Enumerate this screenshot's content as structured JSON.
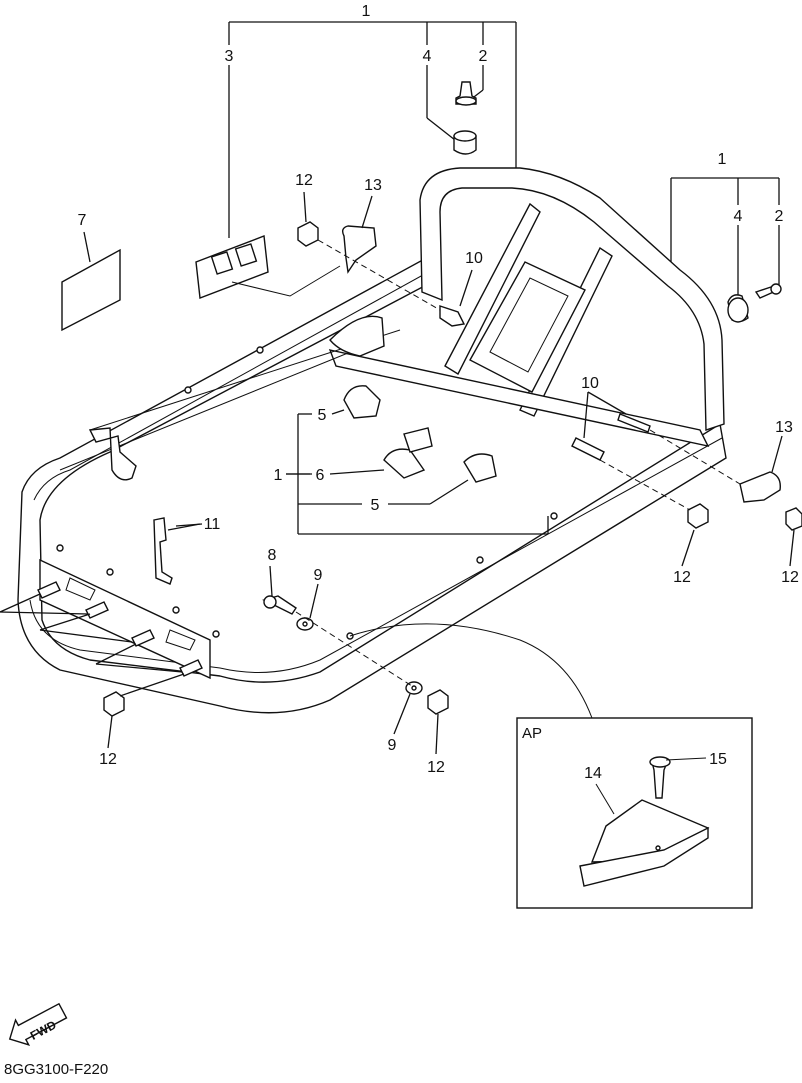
{
  "diagram": {
    "drawing_code": "8GG3100-F220",
    "direction_label": "FWD",
    "inset_label": "AP",
    "callouts": {
      "c1_top": "1",
      "c2_top": "2",
      "c3": "3",
      "c4_top": "4",
      "c7": "7",
      "c12_a": "12",
      "c13_a": "13",
      "c10_a": "10",
      "c1_right": "1",
      "c4_right": "4",
      "c2_right": "2",
      "c10_b": "10",
      "c13_b": "13",
      "c5_a": "5",
      "c1_left": "1",
      "c6": "6",
      "c5_b": "5",
      "c11": "11",
      "c8": "8",
      "c9_a": "9",
      "c12_b": "12",
      "c12_c": "12",
      "c12_d": "12",
      "c9_b": "9",
      "c12_e": "12",
      "c14": "14",
      "c15": "15"
    }
  }
}
